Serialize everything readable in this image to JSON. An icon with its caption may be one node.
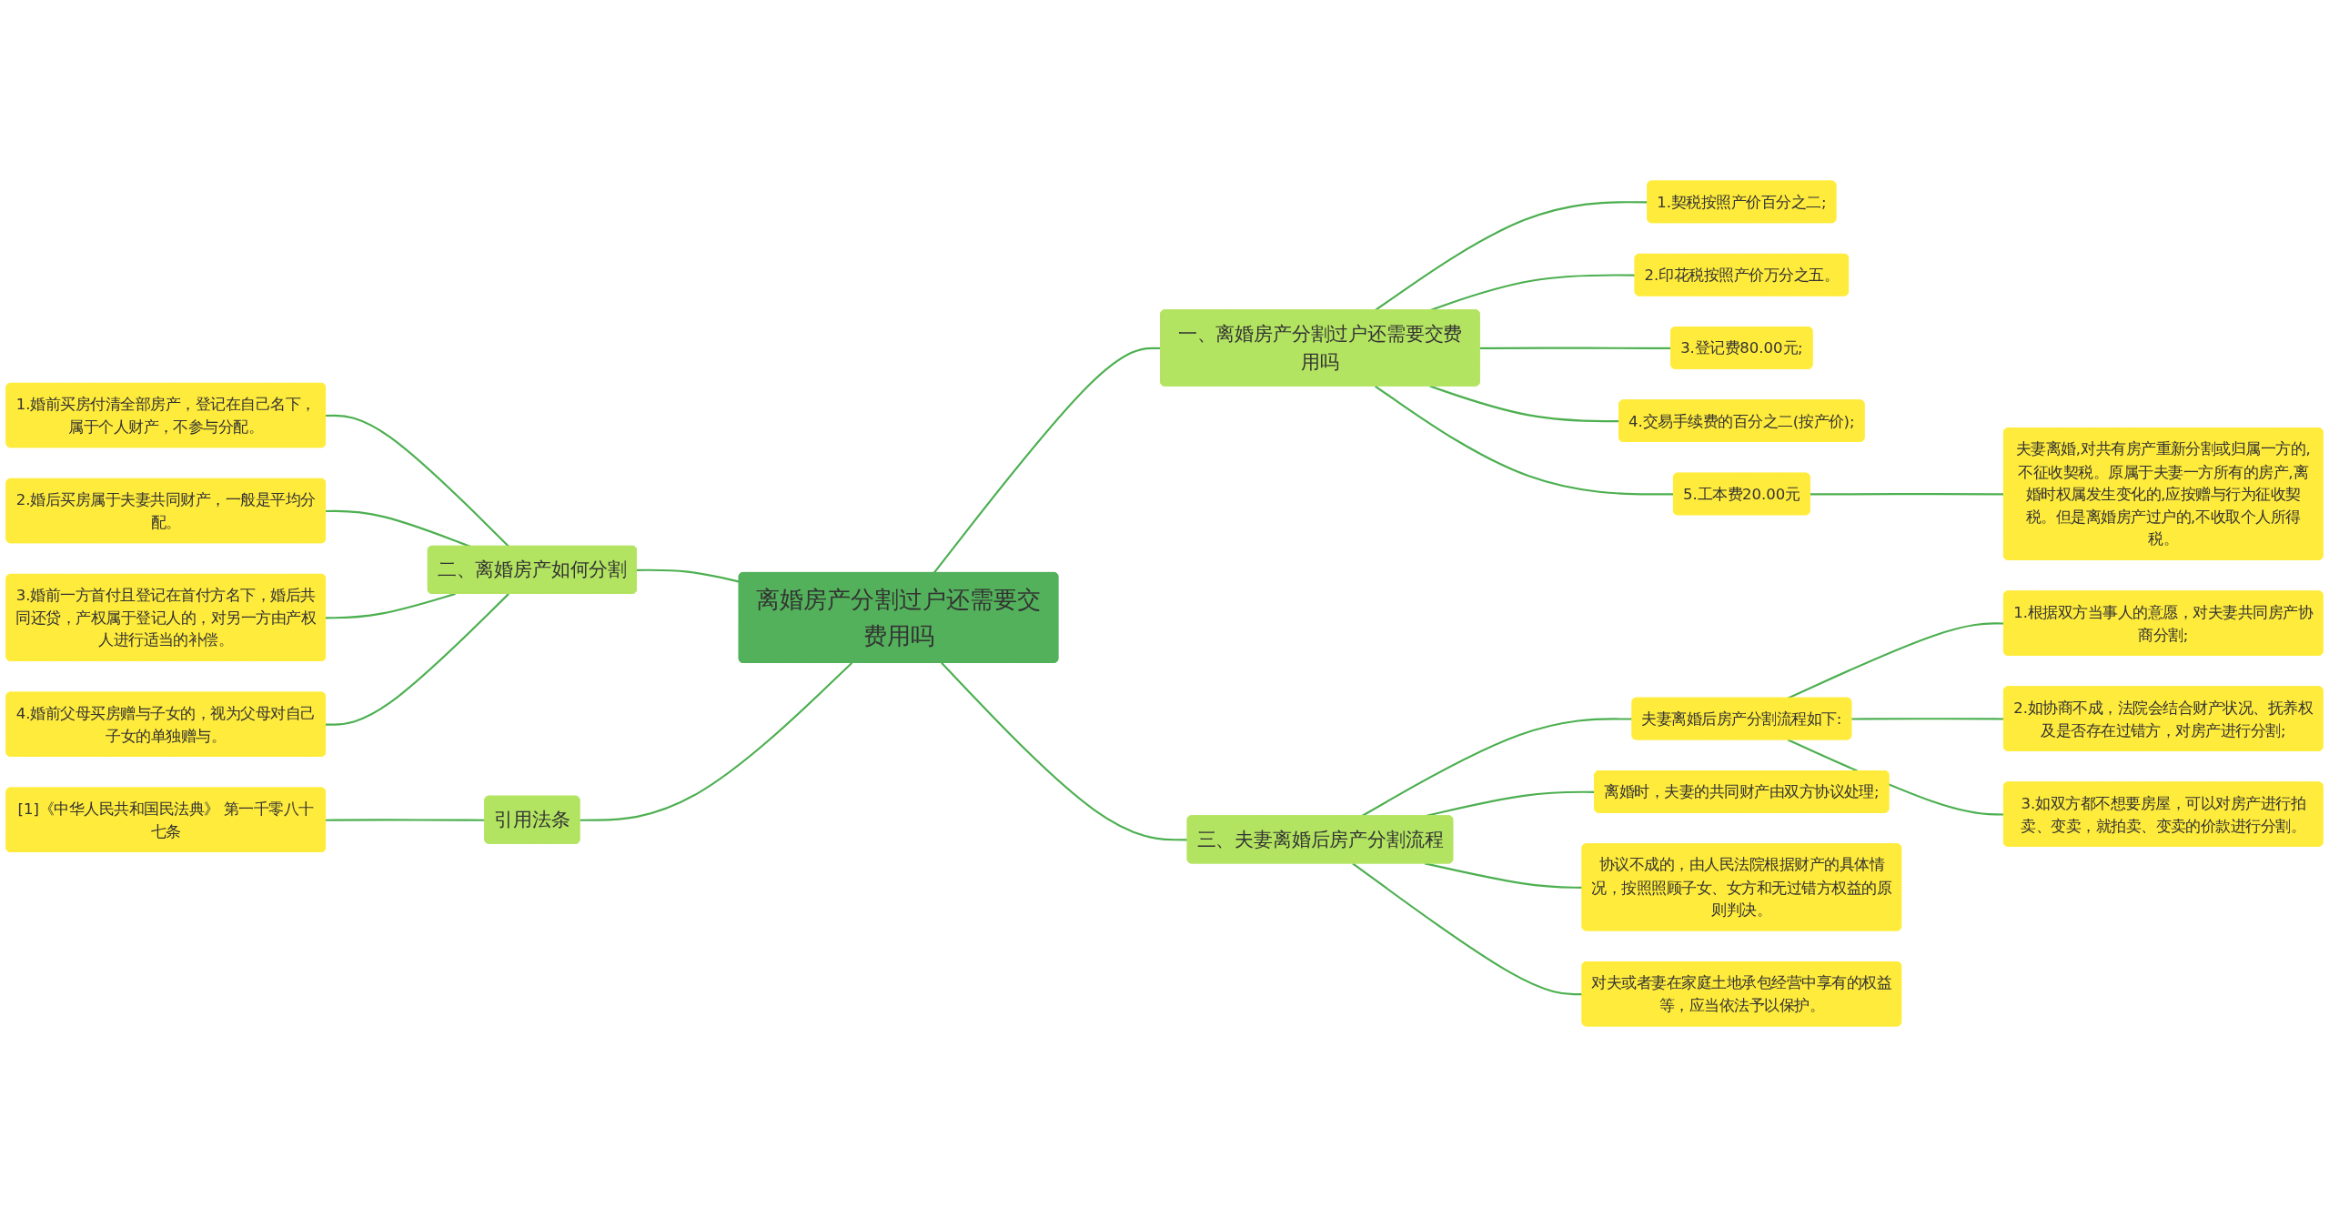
{
  "diagram": {
    "nodes": [
      {
        "text": [
          "离婚房产分割过户还需要交费用吗"
        ]
      },
      {
        "text": [
          "一、离婚房产分割过户还需要交费用吗"
        ]
      },
      {
        "text": [
          "1.契税按照产价百分之二;"
        ]
      },
      {
        "text": [
          "2.印花税按照产价万分之五。"
        ]
      },
      {
        "text": [
          "3.登记费80.00元;"
        ]
      },
      {
        "text": [
          "4.交易手续费的百分之二(按产价);"
        ]
      },
      {
        "text": [
          "5.工本费20.00元"
        ]
      },
      {
        "text": [
          "夫妻离婚,对共有房产重新分割或归属一方的,不征收契税。原属于夫妻一方所有的房产,离婚时权属发生变化的,应按赠与行为征收契税。但是离婚房产过户的,不收取个人所得税。"
        ]
      },
      {
        "text": [
          "三、夫妻离婚后房产分割流程"
        ]
      },
      {
        "text": [
          "夫妻离婚后房产分割流程如下:"
        ]
      },
      {
        "text": [
          "1.根据双方当事人的意愿，对夫妻共同房产协商分割;"
        ]
      },
      {
        "text": [
          "2.如协商不成，法院会结合财产状况、抚养权及是否存在过错方，对房产进行分割;"
        ]
      },
      {
        "text": [
          "3.如双方都不想要房屋，可以对房产进行拍卖、变卖，就拍卖、变卖的价款进行分割。"
        ]
      },
      {
        "text": [
          "离婚时，夫妻的共同财产由双方协议处理;"
        ]
      },
      {
        "text": [
          "协议不成的，由人民法院根据财产的具体情况，按照照顾子女、女方和无过错方权益的原则判决。"
        ]
      },
      {
        "text": [
          "对夫或者妻在家庭土地承包经营中享有的权益等，应当依法予以保护。"
        ]
      },
      {
        "text": [
          "二、离婚房产如何分割"
        ]
      },
      {
        "text": [
          "1.婚前买房付清全部房产，登记在自己名下，属于个人财产，不参与分配。"
        ]
      },
      {
        "text": [
          "2.婚后买房属于夫妻共同财产，一般是平均分配。"
        ]
      },
      {
        "text": [
          "3.婚前一方首付且登记在首付方名下，婚后共同还贷，产权属于登记人的，对另一方由产权人进行适当的补偿。"
        ]
      },
      {
        "text": [
          "4.婚前父母买房赠与子女的，视为父母对自己子女的单独赠与。"
        ]
      },
      {
        "text": [
          "引用法条"
        ]
      },
      {
        "text": [
          "[1]《中华人民共和国民法典》 第一千零八十七条"
        ]
      }
    ],
    "edges": [
      {
        "from": 0,
        "to": 1,
        "arrow": "none"
      },
      {
        "from": 1,
        "to": 2,
        "arrow": "none"
      },
      {
        "from": 1,
        "to": 3,
        "arrow": "none"
      },
      {
        "from": 1,
        "to": 4,
        "arrow": "none"
      },
      {
        "from": 1,
        "to": 5,
        "arrow": "none"
      },
      {
        "from": 1,
        "to": 6,
        "arrow": "none"
      },
      {
        "from": 6,
        "to": 7,
        "arrow": "none"
      },
      {
        "from": 0,
        "to": 8,
        "arrow": "none"
      },
      {
        "from": 8,
        "to": 9,
        "arrow": "none"
      },
      {
        "from": 9,
        "to": 10,
        "arrow": "none"
      },
      {
        "from": 9,
        "to": 11,
        "arrow": "none"
      },
      {
        "from": 9,
        "to": 12,
        "arrow": "none"
      },
      {
        "from": 8,
        "to": 13,
        "arrow": "none"
      },
      {
        "from": 8,
        "to": 14,
        "arrow": "none"
      },
      {
        "from": 8,
        "to": 15,
        "arrow": "none"
      },
      {
        "from": 0,
        "to": 16,
        "arrow": "none"
      },
      {
        "from": 16,
        "to": 17,
        "arrow": "none"
      },
      {
        "from": 16,
        "to": 18,
        "arrow": "none"
      },
      {
        "from": 16,
        "to": 19,
        "arrow": "none"
      },
      {
        "from": 16,
        "to": 20,
        "arrow": "none"
      },
      {
        "from": 0,
        "to": 21,
        "arrow": "none"
      },
      {
        "from": 21,
        "to": 22,
        "arrow": "none"
      }
    ]
  }
}
